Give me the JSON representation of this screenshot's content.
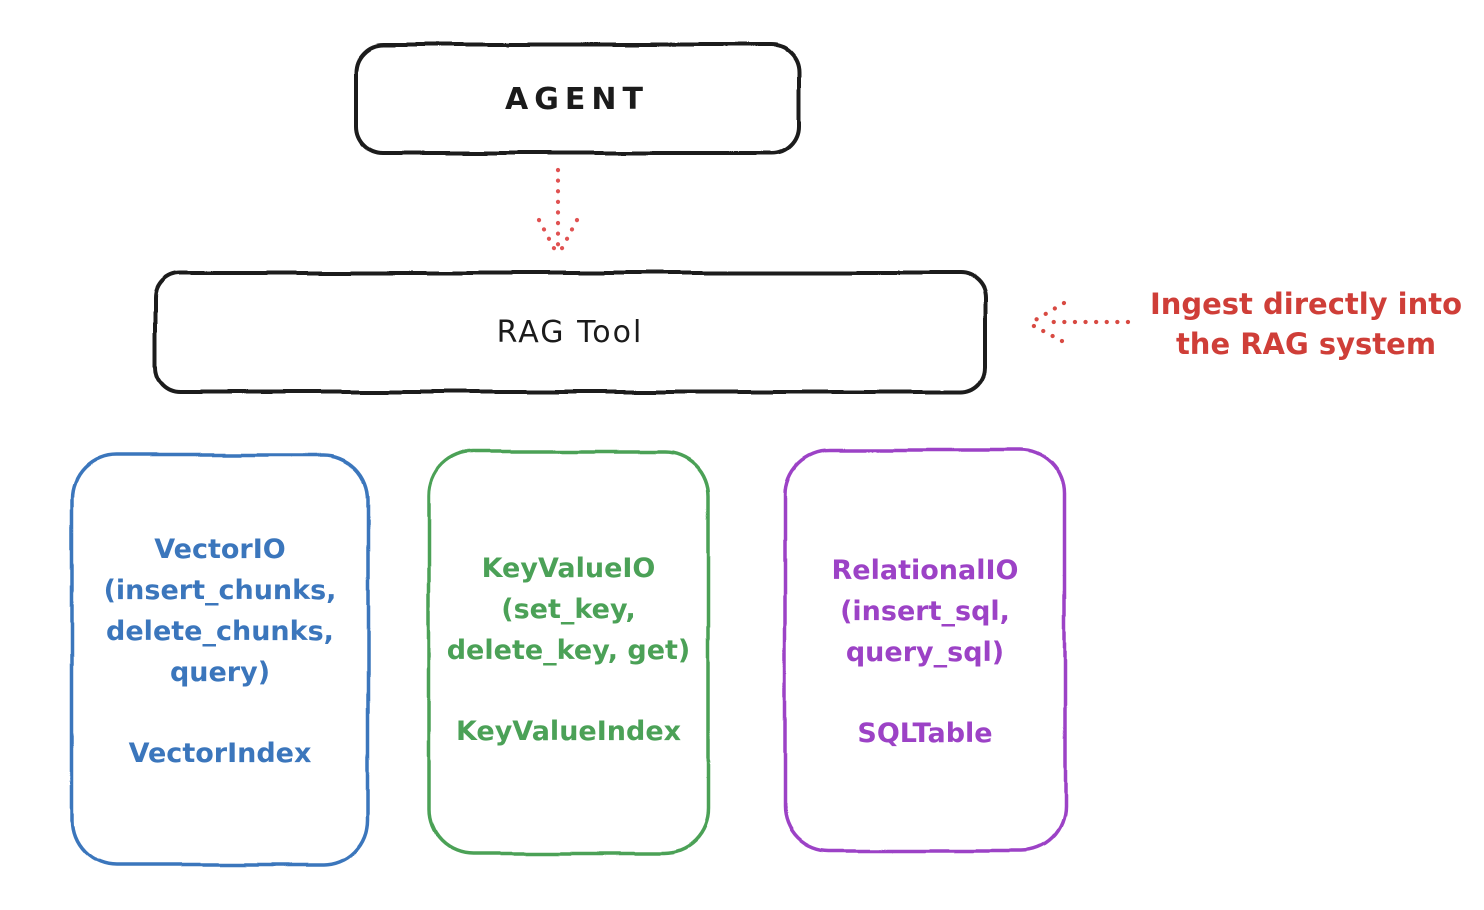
{
  "page": {
    "background": "#ffffff",
    "ink": "#1b1b1b"
  },
  "agent_box": {
    "label": "AGENT",
    "stroke": "#1b1b1b"
  },
  "rag_tool_box": {
    "label": "RAG Tool",
    "stroke": "#1b1b1b"
  },
  "arrows": {
    "agent_to_rag": {
      "style": "dotted",
      "color": "#e05252"
    },
    "ingest_to_rag": {
      "style": "dotted",
      "color": "#d84a42"
    }
  },
  "annotation": {
    "text": "Ingest directly into\nthe RAG system",
    "color": "#cf3e38"
  },
  "io_boxes": [
    {
      "title": "VectorIO",
      "methods": "(insert_chunks,\ndelete_chunks,\nquery)",
      "index": "VectorIndex",
      "color": "#3b76bc"
    },
    {
      "title": "KeyValueIO",
      "methods": "(set_key,\ndelete_key, get)",
      "index": "KeyValueIndex",
      "color": "#4ba157"
    },
    {
      "title": "RelationalIO",
      "methods": "(insert_sql,\nquery_sql)",
      "index": "SQLTable",
      "color": "#9c42c6"
    }
  ]
}
